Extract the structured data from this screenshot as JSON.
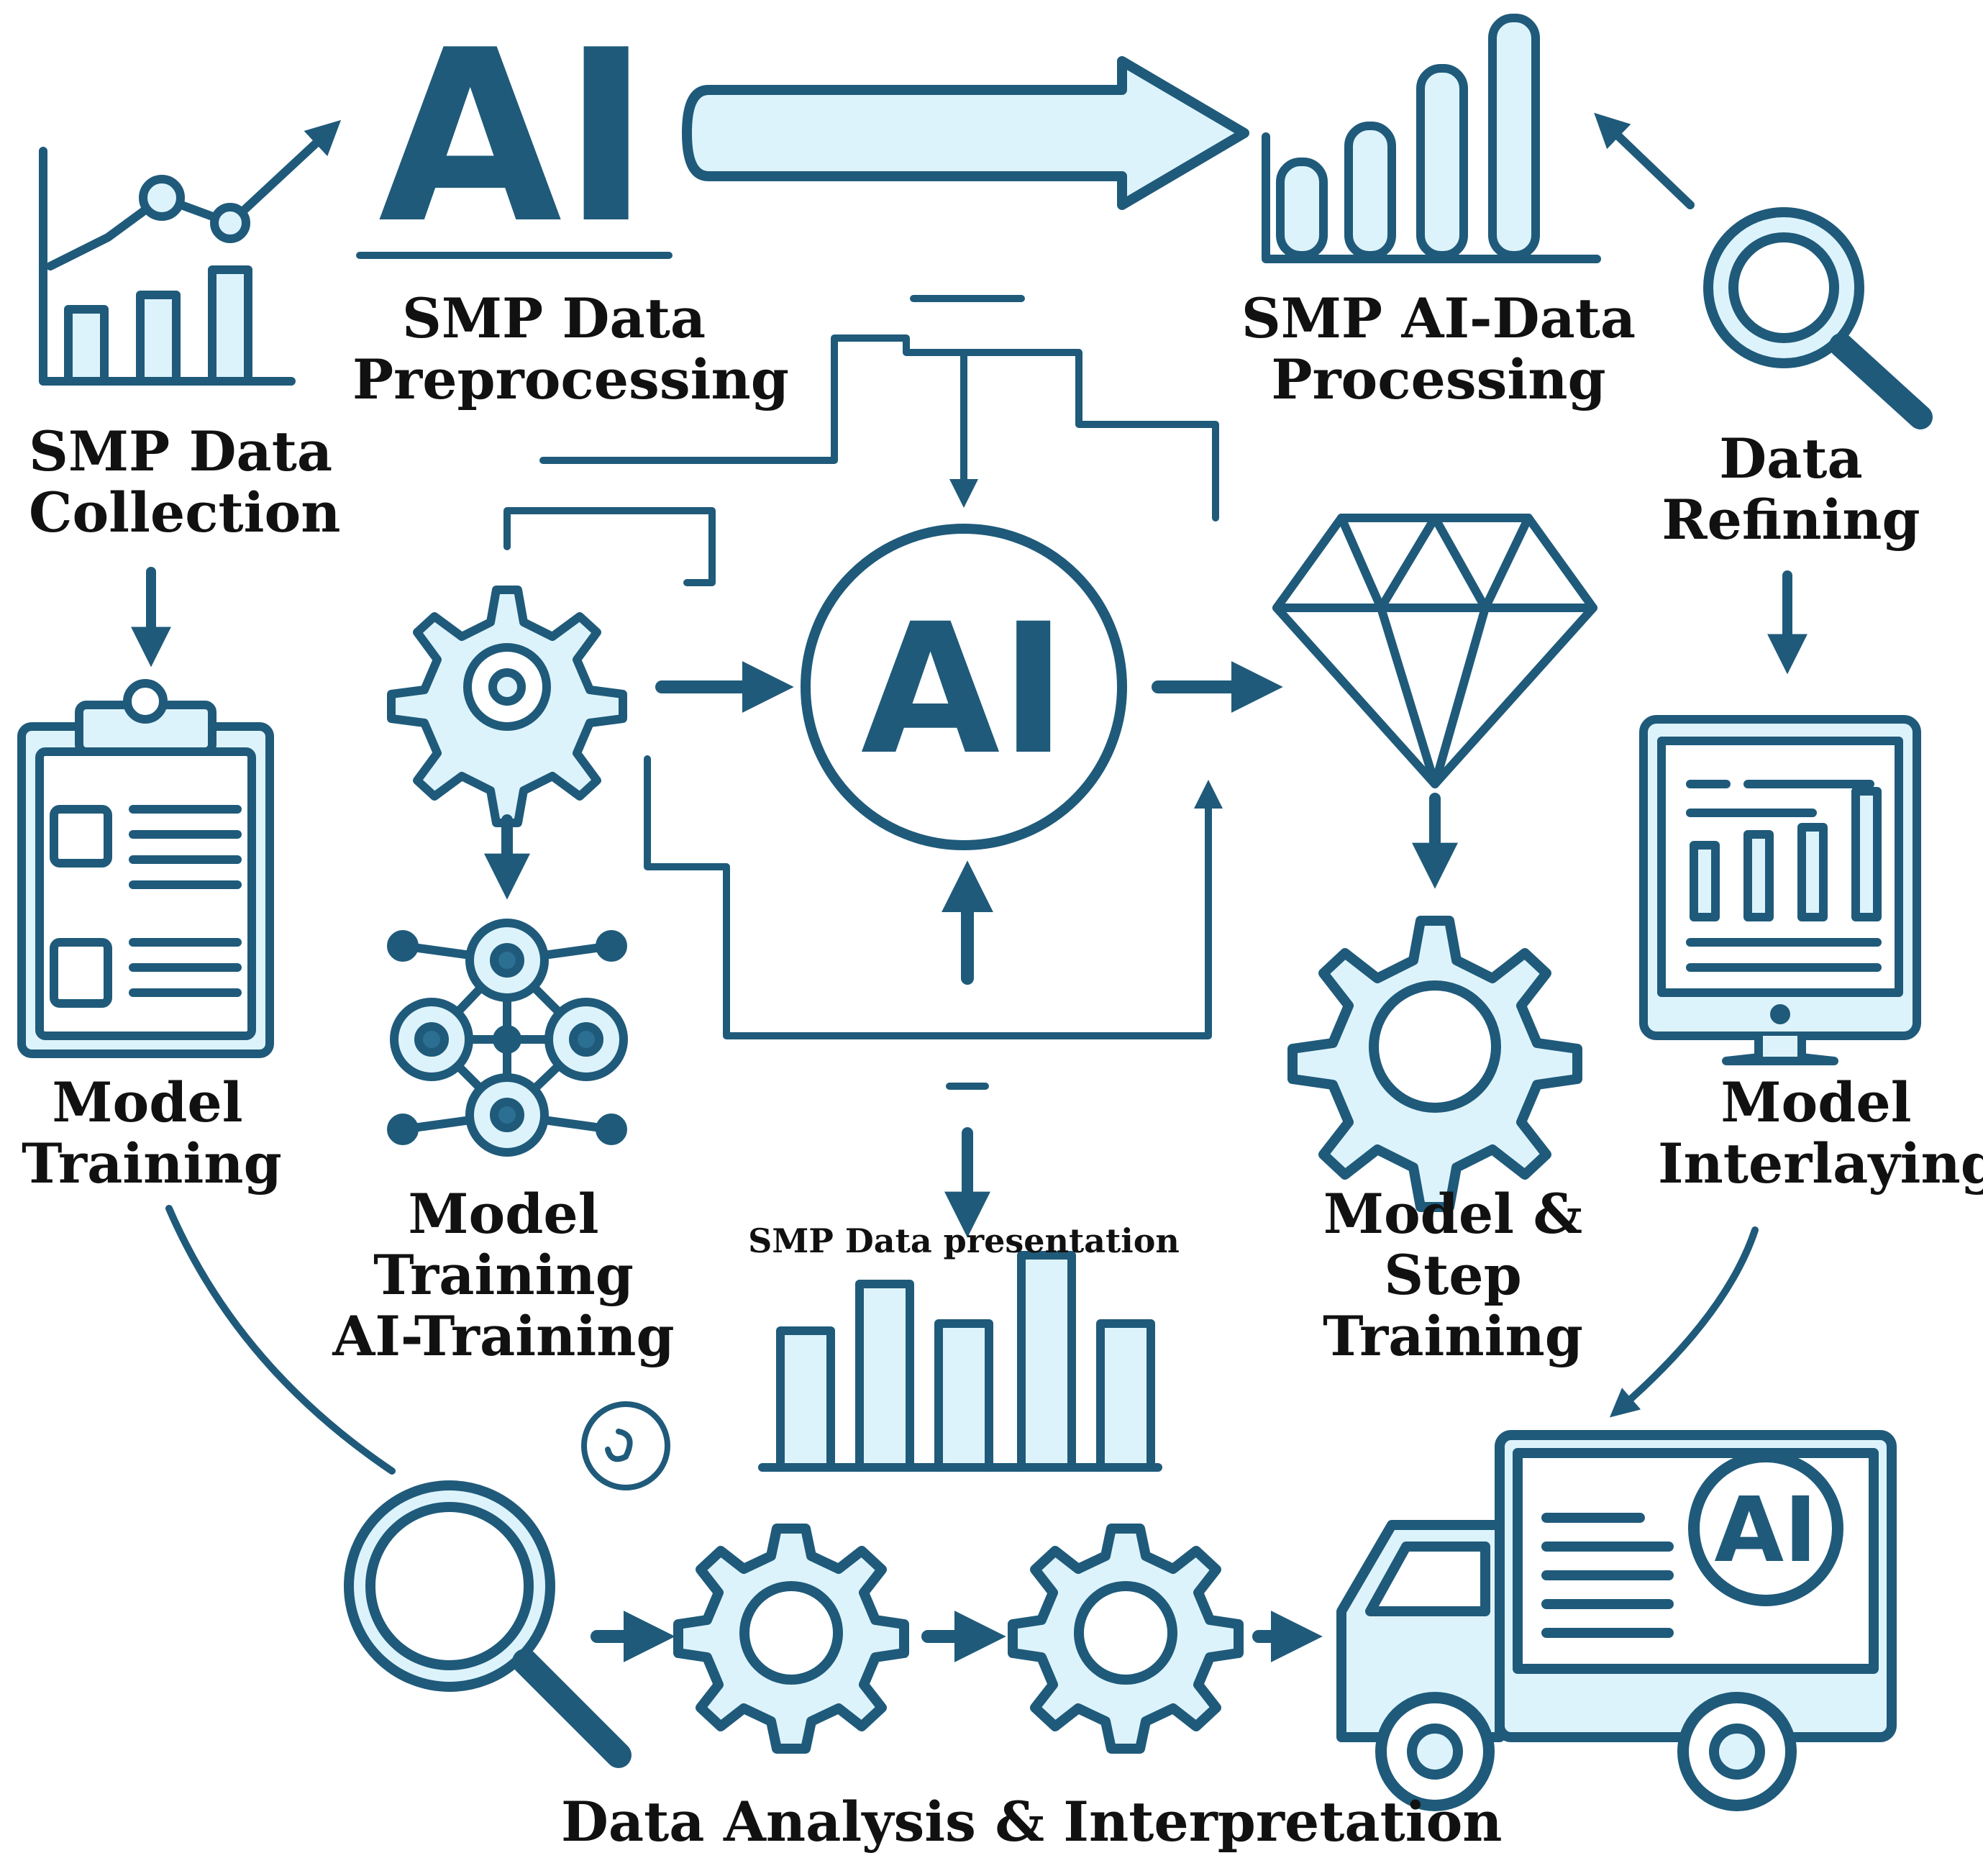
{
  "colors": {
    "stroke": "#1f5a7a",
    "fill": "#ddf3fb",
    "text": "#111111",
    "accent": "#2b6f93"
  },
  "icons": [
    "line-chart-icon",
    "ai-logo-icon",
    "big-arrow-icon",
    "bar-chart-icon",
    "magnifier-icon",
    "clipboard-icon",
    "gear-icon",
    "ai-circle-icon",
    "diamond-icon",
    "monitor-chart-icon",
    "neural-network-icon",
    "truck-icon"
  ],
  "ai_logo_text": "AI",
  "ai_center_text": "AI",
  "ai_truck_text": "AI",
  "labels": {
    "smp_data_collection": [
      "SMP Data",
      "Collection"
    ],
    "smp_data_preprocessing": [
      "SMP Data",
      "Preprocessing"
    ],
    "smp_ai_data_processing": [
      "SMP AI-Data",
      "Processing"
    ],
    "data_refining": [
      "Data",
      "Refining"
    ],
    "model_training_left": [
      "Model",
      "Training"
    ],
    "model_training_ai_training": [
      "Model",
      "Training",
      "AI-Training"
    ],
    "smp_data_presentation": "SMP Data presentation",
    "model_step_training": [
      "Model &",
      "Step",
      "Training"
    ],
    "model_interlaying": [
      "Model",
      "Interlaying"
    ],
    "data_analysis": "Data Analysis & Interpretation"
  }
}
